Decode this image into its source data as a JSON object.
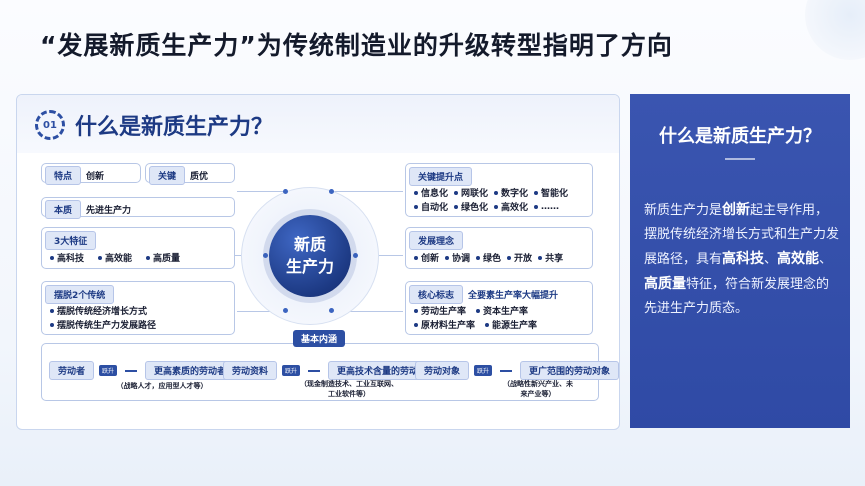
{
  "slide": {
    "title": "“发展新质生产力”为传统制造业的升级转型指明了方向"
  },
  "diagram": {
    "icon_label": "01",
    "title": "什么是新质生产力？",
    "center": [
      "新质",
      "生产力"
    ],
    "tedian": {
      "tag": "特点",
      "value": "创新"
    },
    "guanjian": {
      "tag": "关键",
      "value": "质优"
    },
    "benzhi": {
      "tag": "本质",
      "value": "先进生产力"
    },
    "features": {
      "tag": "3大特征",
      "items": [
        "高科技",
        "高效能",
        "高质量"
      ]
    },
    "tradition": {
      "tag": "摆脱2个传统",
      "items": [
        "摆脱传统经济增长方式",
        "摆脱传统生产力发展路径"
      ]
    },
    "upgrade": {
      "tag": "关键提升点",
      "items": [
        "信息化",
        "网联化",
        "数字化",
        "智能化",
        "自动化",
        "绿色化",
        "高效化",
        "……"
      ]
    },
    "concept": {
      "tag": "发展理念",
      "items": [
        "创新",
        "协调",
        "绿色",
        "开放",
        "共享"
      ]
    },
    "core": {
      "tag": "核心标志",
      "headline": "全要素生产率大幅提升",
      "items": [
        "劳动生产率",
        "资本生产率",
        "原材料生产率",
        "能源生产率"
      ]
    },
    "basic": {
      "tag": "基本内涵",
      "upgrade_label": "跃升",
      "groups": [
        {
          "from": "劳动者",
          "to": "更高素质的劳动者",
          "note": "（战略人才，应用型人才等）"
        },
        {
          "from": "劳动资料",
          "to": "更高技术含量的劳动资料",
          "note": "（现金制造技术、工业互联网、工业软件等）"
        },
        {
          "from": "劳动对象",
          "to": "更广范围的劳动对象",
          "note": "（战略性新兴产业、未来产业等）"
        }
      ]
    }
  },
  "panel": {
    "title": "什么是新质生产力？",
    "p1": "新质生产力是",
    "b1": "创新",
    "p2": "起主导作用，摆脱传统经济增长方式和生产力发展路径，具有",
    "b2": "高科技",
    "p3": "、",
    "b3": "高效能",
    "p4": "、",
    "b4": "高质量",
    "p5": "特征，符合新发展理念的先进生产力质态。"
  }
}
